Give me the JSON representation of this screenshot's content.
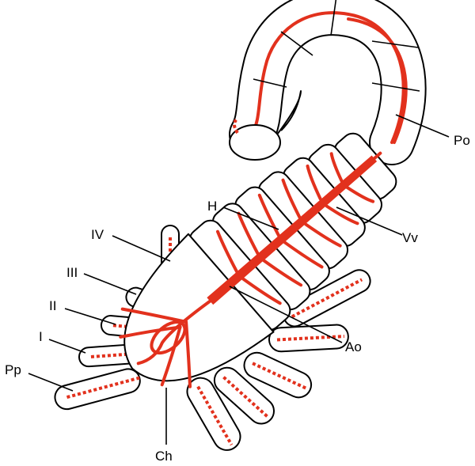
{
  "diagram": {
    "colors": {
      "vessel": "#e2311d",
      "outline": "#000000",
      "body": "#ffffff"
    },
    "labels": {
      "po": "Po",
      "h": "H",
      "vv": "Vv",
      "iv": "IV",
      "iii": "III",
      "ii": "II",
      "i": "I",
      "pp": "Pp",
      "ao": "Ao",
      "ch": "Ch"
    }
  }
}
